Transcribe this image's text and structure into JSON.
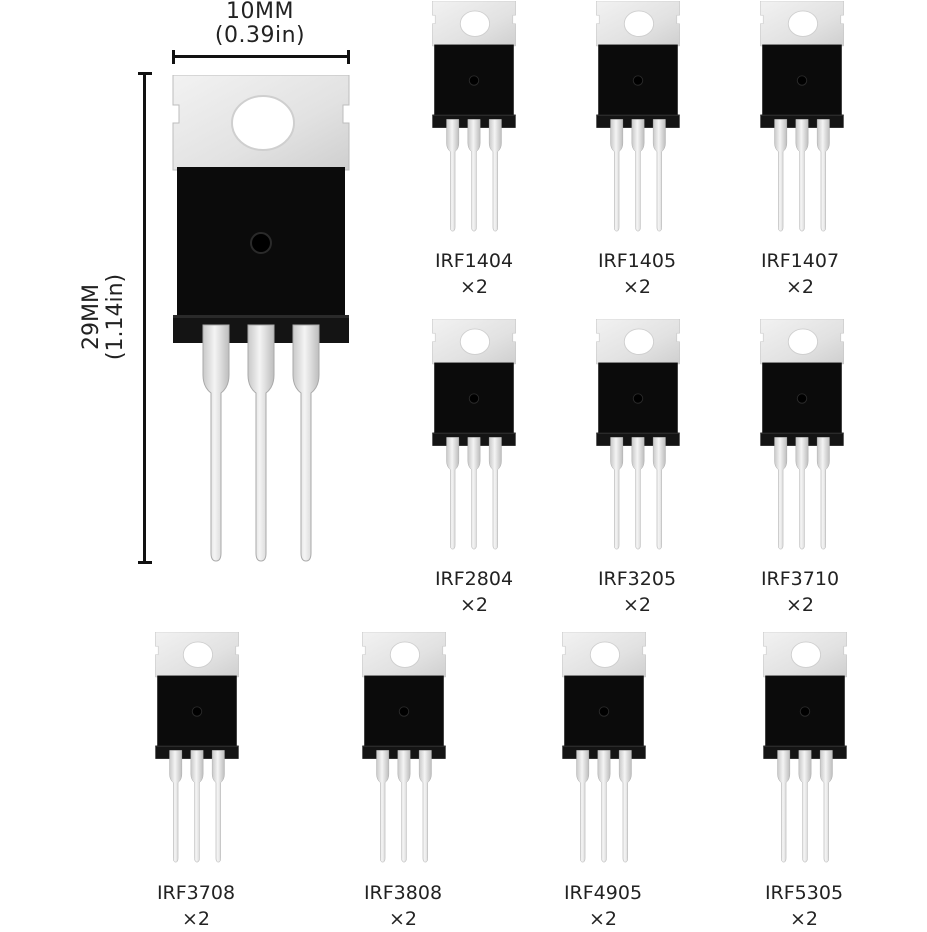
{
  "dimensions": {
    "width_mm": "10MM",
    "width_in": "(0.39in)",
    "height_mm": "29MM",
    "height_in": "(1.14in)"
  },
  "featured_part": {
    "package": "TO-220",
    "icon": "to220-transistor-icon"
  },
  "parts": [
    {
      "name": "IRF1404",
      "qty": "×2"
    },
    {
      "name": "IRF1405",
      "qty": "×2"
    },
    {
      "name": "IRF1407",
      "qty": "×2"
    },
    {
      "name": "IRF2804",
      "qty": "×2"
    },
    {
      "name": "IRF3205",
      "qty": "×2"
    },
    {
      "name": "IRF3710",
      "qty": "×2"
    },
    {
      "name": "IRF3708",
      "qty": "×2"
    },
    {
      "name": "IRF3808",
      "qty": "×2"
    },
    {
      "name": "IRF4905",
      "qty": "×2"
    },
    {
      "name": "IRF5305",
      "qty": "×2"
    }
  ],
  "colors": {
    "tab_metal": "#e6e6e6",
    "body_black": "#0b0b0b",
    "leg_silver": "#dcdcdc",
    "dimension_line": "#111111",
    "text": "#222222",
    "background": "#ffffff"
  }
}
